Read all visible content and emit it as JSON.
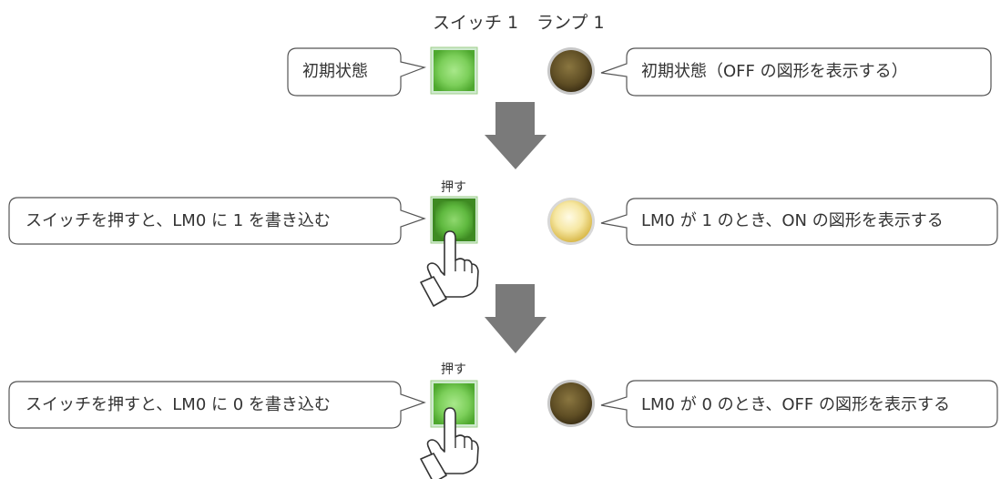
{
  "header": {
    "switch_label": "スイッチ 1",
    "lamp_label": "ランプ 1"
  },
  "steps": [
    {
      "name": "initial",
      "press_label": "",
      "switch_state": "off",
      "lamp_state": "off",
      "left_callout": "初期状態",
      "right_callout": "初期状態（OFF の図形を表示する）"
    },
    {
      "name": "press-on",
      "press_label": "押す",
      "switch_state": "pressed",
      "lamp_state": "on",
      "left_callout": "スイッチを押すと、LM0 に 1 を書き込む",
      "right_callout": "LM0 が 1 のとき、ON の図形を表示する"
    },
    {
      "name": "press-off",
      "press_label": "押す",
      "switch_state": "pressed",
      "lamp_state": "off",
      "left_callout": "スイッチを押すと、LM0 に 0 を書き込む",
      "right_callout": "LM0 が 0 のとき、OFF の図形を表示する"
    }
  ],
  "colors": {
    "switch_green": "#7ccf5a",
    "lamp_off": "#6b5a2e",
    "lamp_on": "#f3e39a",
    "arrow_gray": "#7a7a7a",
    "callout_border": "#555555"
  },
  "icons": {
    "pointer": "hand-pointer-icon",
    "arrow": "down-arrow-icon"
  }
}
